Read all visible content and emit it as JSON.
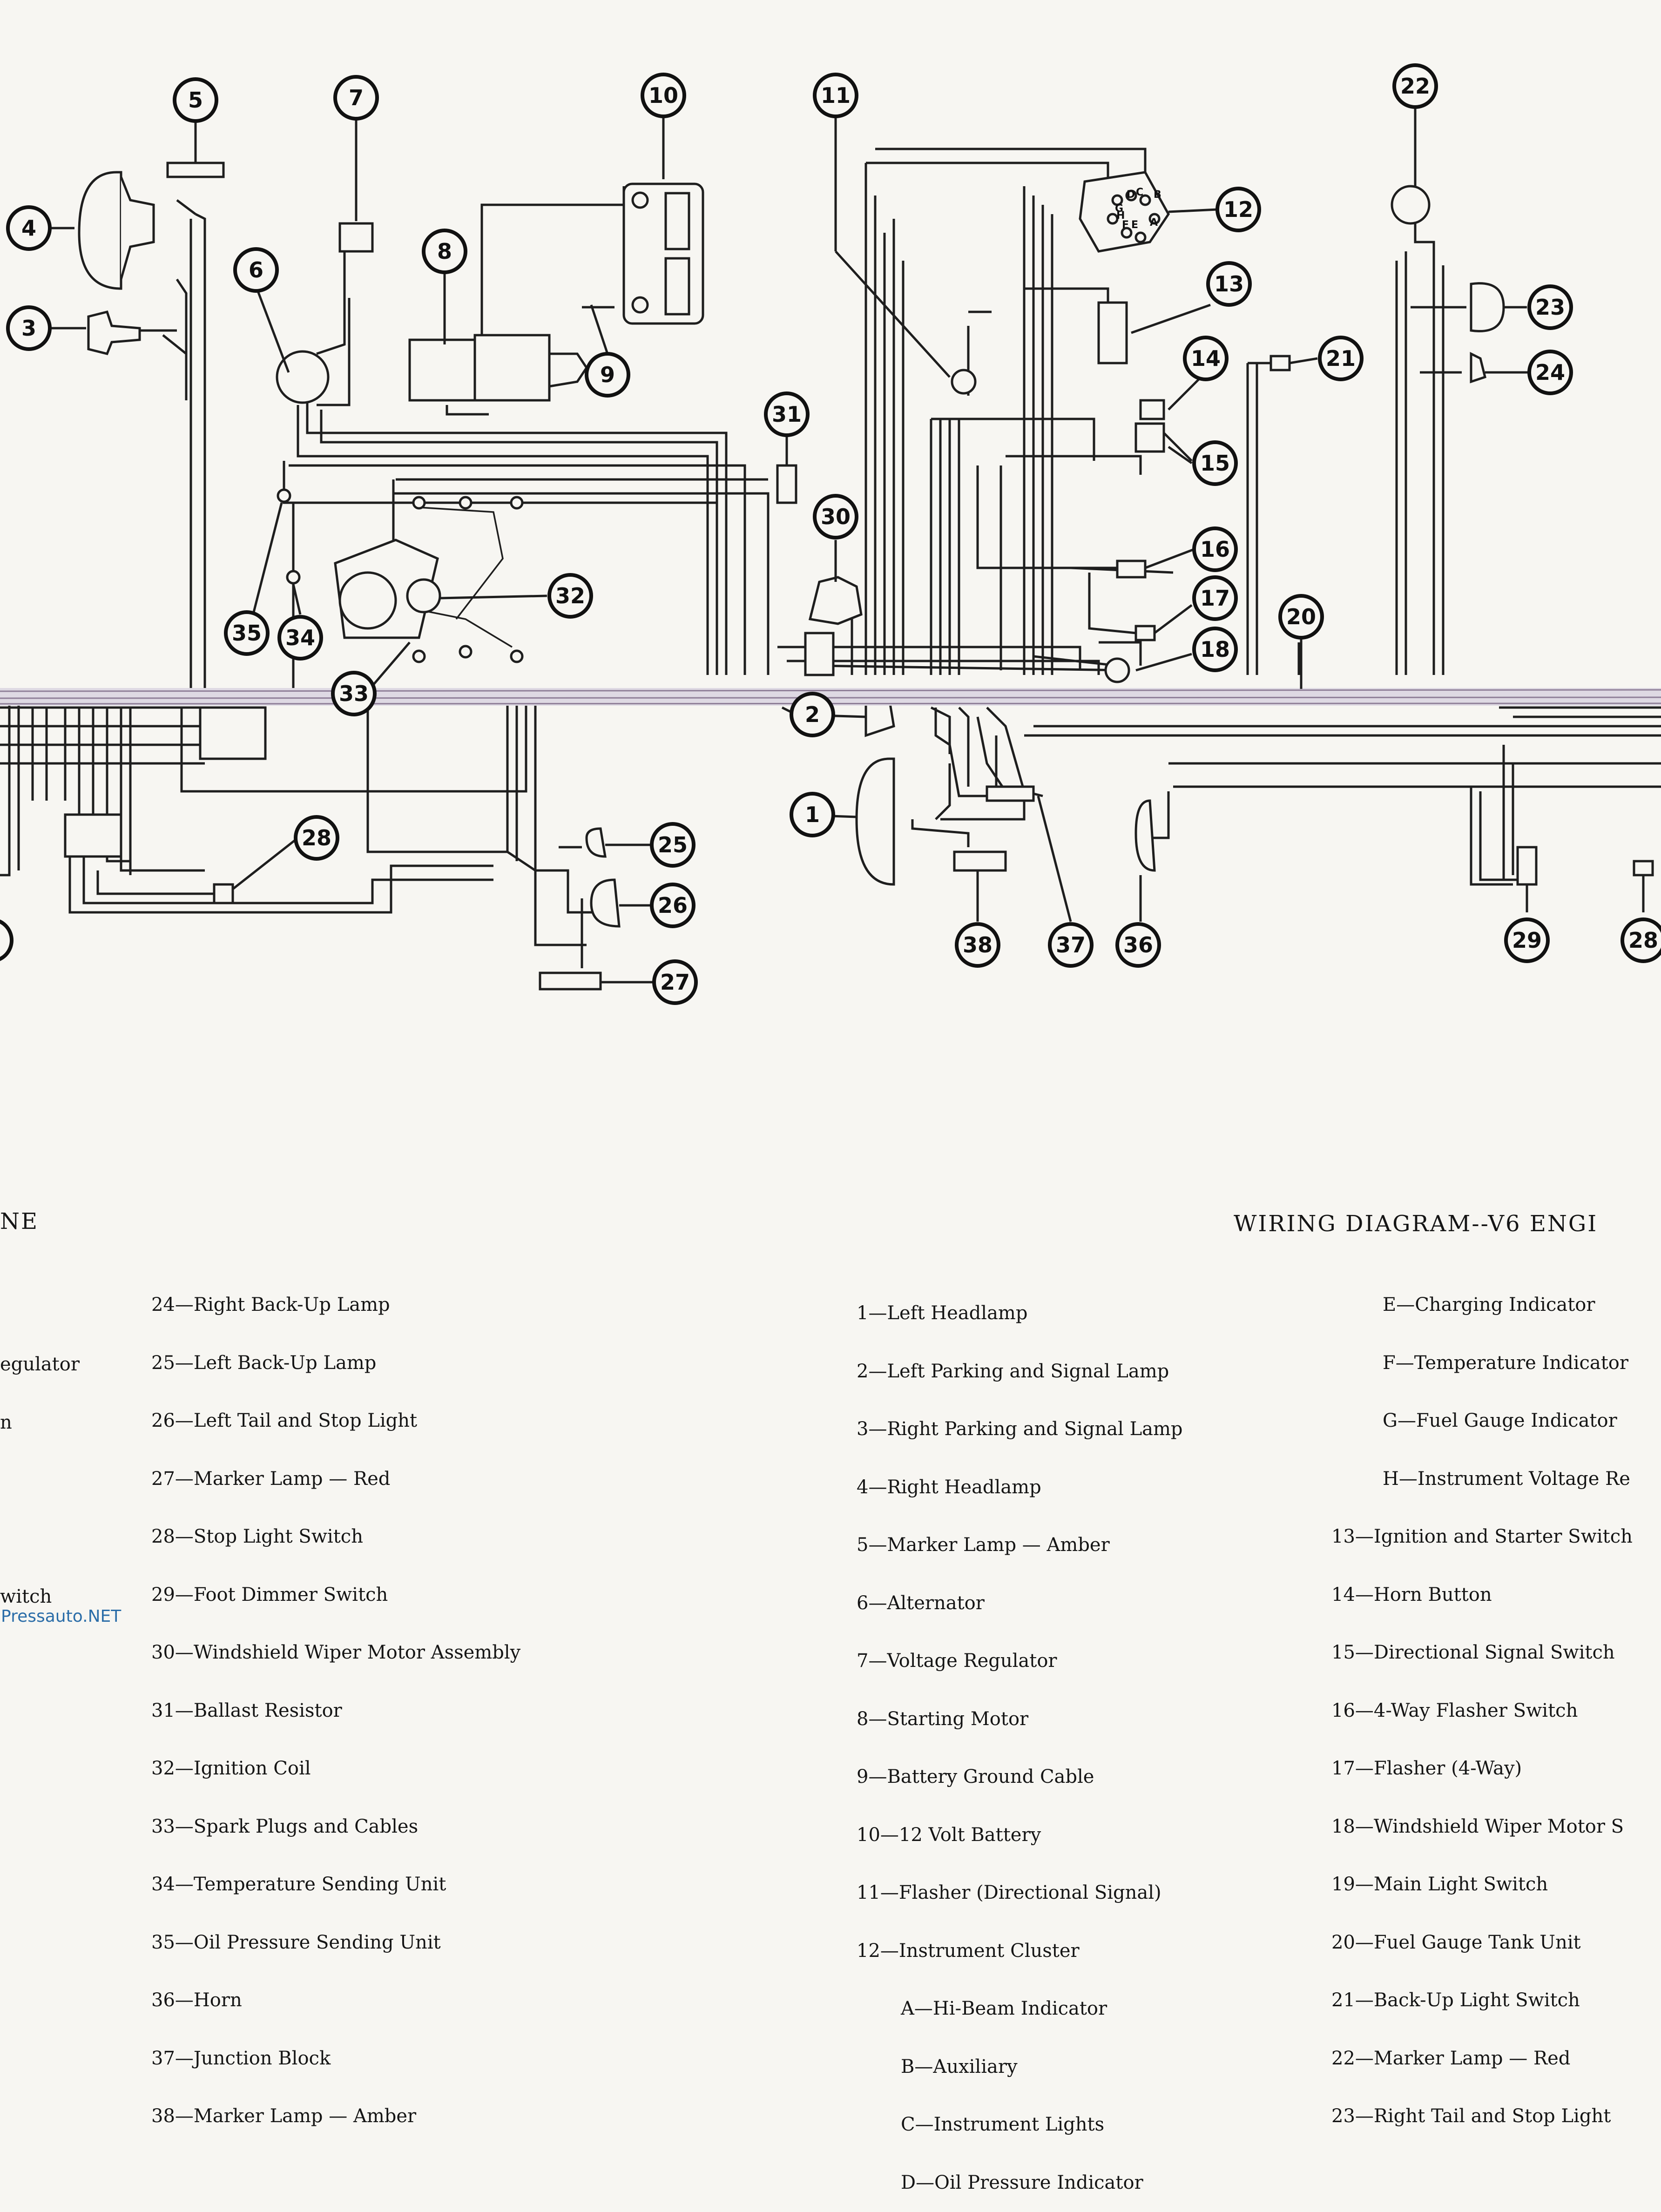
{
  "title_left_fragment": "NE",
  "title_right": "WIRING DIAGRAM--V6 ENGI",
  "legend_left_fragments": [
    "egulator",
    "n",
    "witch"
  ],
  "legend_col1": [
    "24—Right Back-Up Lamp",
    "25—Left Back-Up Lamp",
    "26—Left Tail and Stop Light",
    "27—Marker Lamp — Red",
    "28—Stop Light Switch",
    "29—Foot Dimmer Switch",
    "30—Windshield Wiper Motor Assembly",
    "31—Ballast Resistor",
    "32—Ignition Coil",
    "33—Spark Plugs and Cables",
    "34—Temperature Sending Unit",
    "35—Oil Pressure Sending Unit",
    "36—Horn",
    "37—Junction Block",
    "38—Marker Lamp — Amber"
  ],
  "legend_col2": [
    "1—Left Headlamp",
    "2—Left Parking and Signal Lamp",
    "3—Right Parking and Signal Lamp",
    "4—Right Headlamp",
    "5—Marker Lamp — Amber",
    "6—Alternator",
    "7—Voltage Regulator",
    "8—Starting Motor",
    "9—Battery Ground Cable",
    "10—12 Volt Battery",
    "11—Flasher (Directional Signal)",
    "12—Instrument Cluster",
    "A—Hi-Beam Indicator",
    "B—Auxiliary",
    "C—Instrument Lights",
    "D—Oil Pressure Indicator"
  ],
  "legend_col3": [
    "E—Charging Indicator",
    "F—Temperature Indicator",
    "G—Fuel Gauge Indicator",
    "H—Instrument Voltage Re",
    "13—Ignition and Starter Switch",
    "14—Horn Button",
    "15—Directional Signal Switch",
    "16—4-Way Flasher Switch",
    "17—Flasher (4-Way)",
    "18—Windshield Wiper Motor S",
    "19—Main Light Switch",
    "20—Fuel Gauge Tank Unit",
    "21—Back-Up Light Switch",
    "22—Marker Lamp — Red",
    "23—Right Tail and Stop Light"
  ],
  "callouts": [
    "1",
    "2",
    "3",
    "4",
    "5",
    "6",
    "7",
    "8",
    "9",
    "10",
    "11",
    "12",
    "13",
    "14",
    "15",
    "16",
    "17",
    "18",
    "20",
    "21",
    "22",
    "23",
    "24",
    "25",
    "26",
    "27",
    "28",
    "28",
    "29",
    "30",
    "31",
    "32",
    "33",
    "34",
    "35",
    "36",
    "37",
    "38"
  ],
  "connector_letters": [
    "D",
    "C",
    "B",
    "A",
    "E",
    "F",
    "G",
    "H"
  ],
  "watermark": "Pressauto.NET"
}
